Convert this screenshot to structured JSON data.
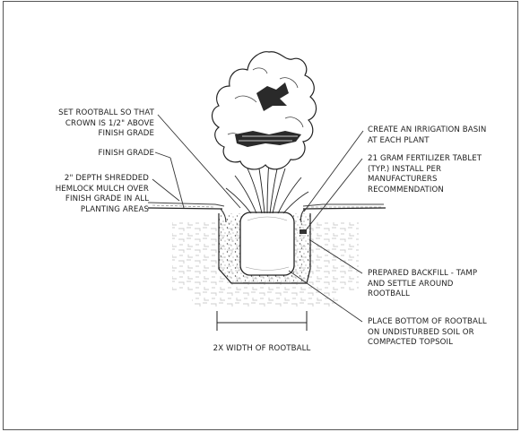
{
  "callouts": {
    "set_rootball": "SET ROOTBALL SO THAT\nCROWN IS 1/2\" ABOVE\nFINISH GRADE",
    "finish_grade": "FINISH GRADE",
    "mulch": "2\" DEPTH SHREDDED\nHEMLOCK MULCH OVER\nFINISH GRADE IN ALL\nPLANTING AREAS",
    "irrigation_basin": "CREATE AN IRRIGATION BASIN\nAT EACH PLANT",
    "fertilizer": "21 GRAM FERTILIZER TABLET\n(TYP.) INSTALL PER\nMANUFACTURERS\nRECOMMENDATION",
    "backfill": "PREPARED BACKFILL - TAMP\nAND SETTLE AROUND\nROOTBALL",
    "rootball_bottom": "PLACE BOTTOM OF ROOTBALL\nON UNDISTURBED SOIL OR\nCOMPACTED TOPSOIL"
  },
  "dimension": {
    "label": "2X WIDTH OF ROOTBALL"
  }
}
